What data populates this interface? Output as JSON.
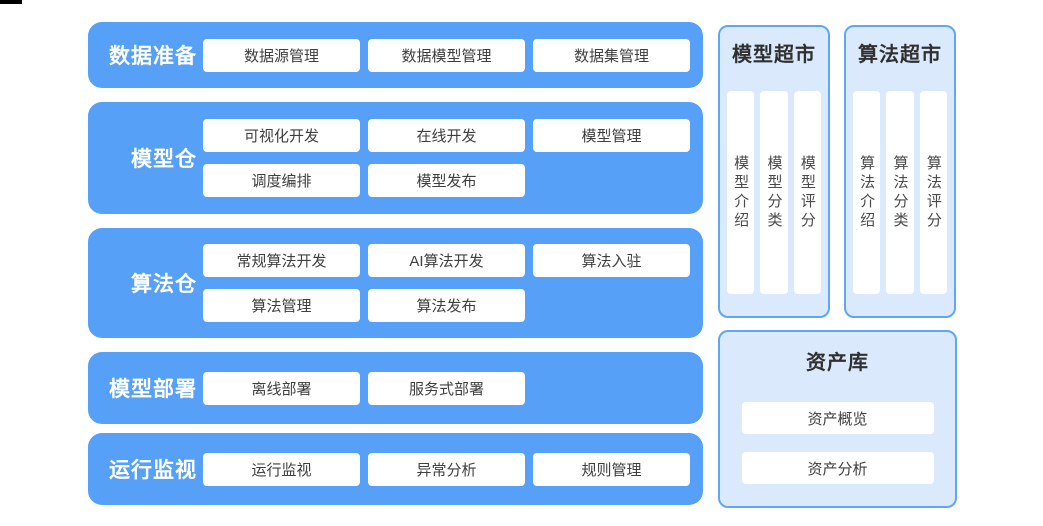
{
  "colors": {
    "row_blue": "#57A0F8",
    "panel_bg": "#DBE9FC",
    "panel_border": "#61A6F3",
    "button_text": "#3F3F3F",
    "row_label_text": "#FFFFFF",
    "panel_title_text": "#303030"
  },
  "pipeline_rows": [
    {
      "label": "数据准备",
      "buttons": [
        "数据源管理",
        "数据模型管理",
        "数据集管理"
      ]
    },
    {
      "label": "模型仓",
      "buttons": [
        "可视化开发",
        "在线开发",
        "模型管理",
        "调度编排",
        "模型发布"
      ]
    },
    {
      "label": "算法仓",
      "buttons": [
        "常规算法开发",
        "AI算法开发",
        "算法入驻",
        "算法管理",
        "算法发布"
      ]
    },
    {
      "label": "模型部署",
      "buttons": [
        "离线部署",
        "服务式部署"
      ]
    },
    {
      "label": "运行监视",
      "buttons": [
        "运行监视",
        "异常分析",
        "规则管理"
      ]
    }
  ],
  "markets": [
    {
      "title": "模型超市",
      "columns": [
        "模型介绍",
        "模型分类",
        "模型评分"
      ]
    },
    {
      "title": "算法超市",
      "columns": [
        "算法介绍",
        "算法分类",
        "算法评分"
      ]
    }
  ],
  "asset_library": {
    "title": "资产库",
    "buttons": [
      "资产概览",
      "资产分析"
    ]
  }
}
